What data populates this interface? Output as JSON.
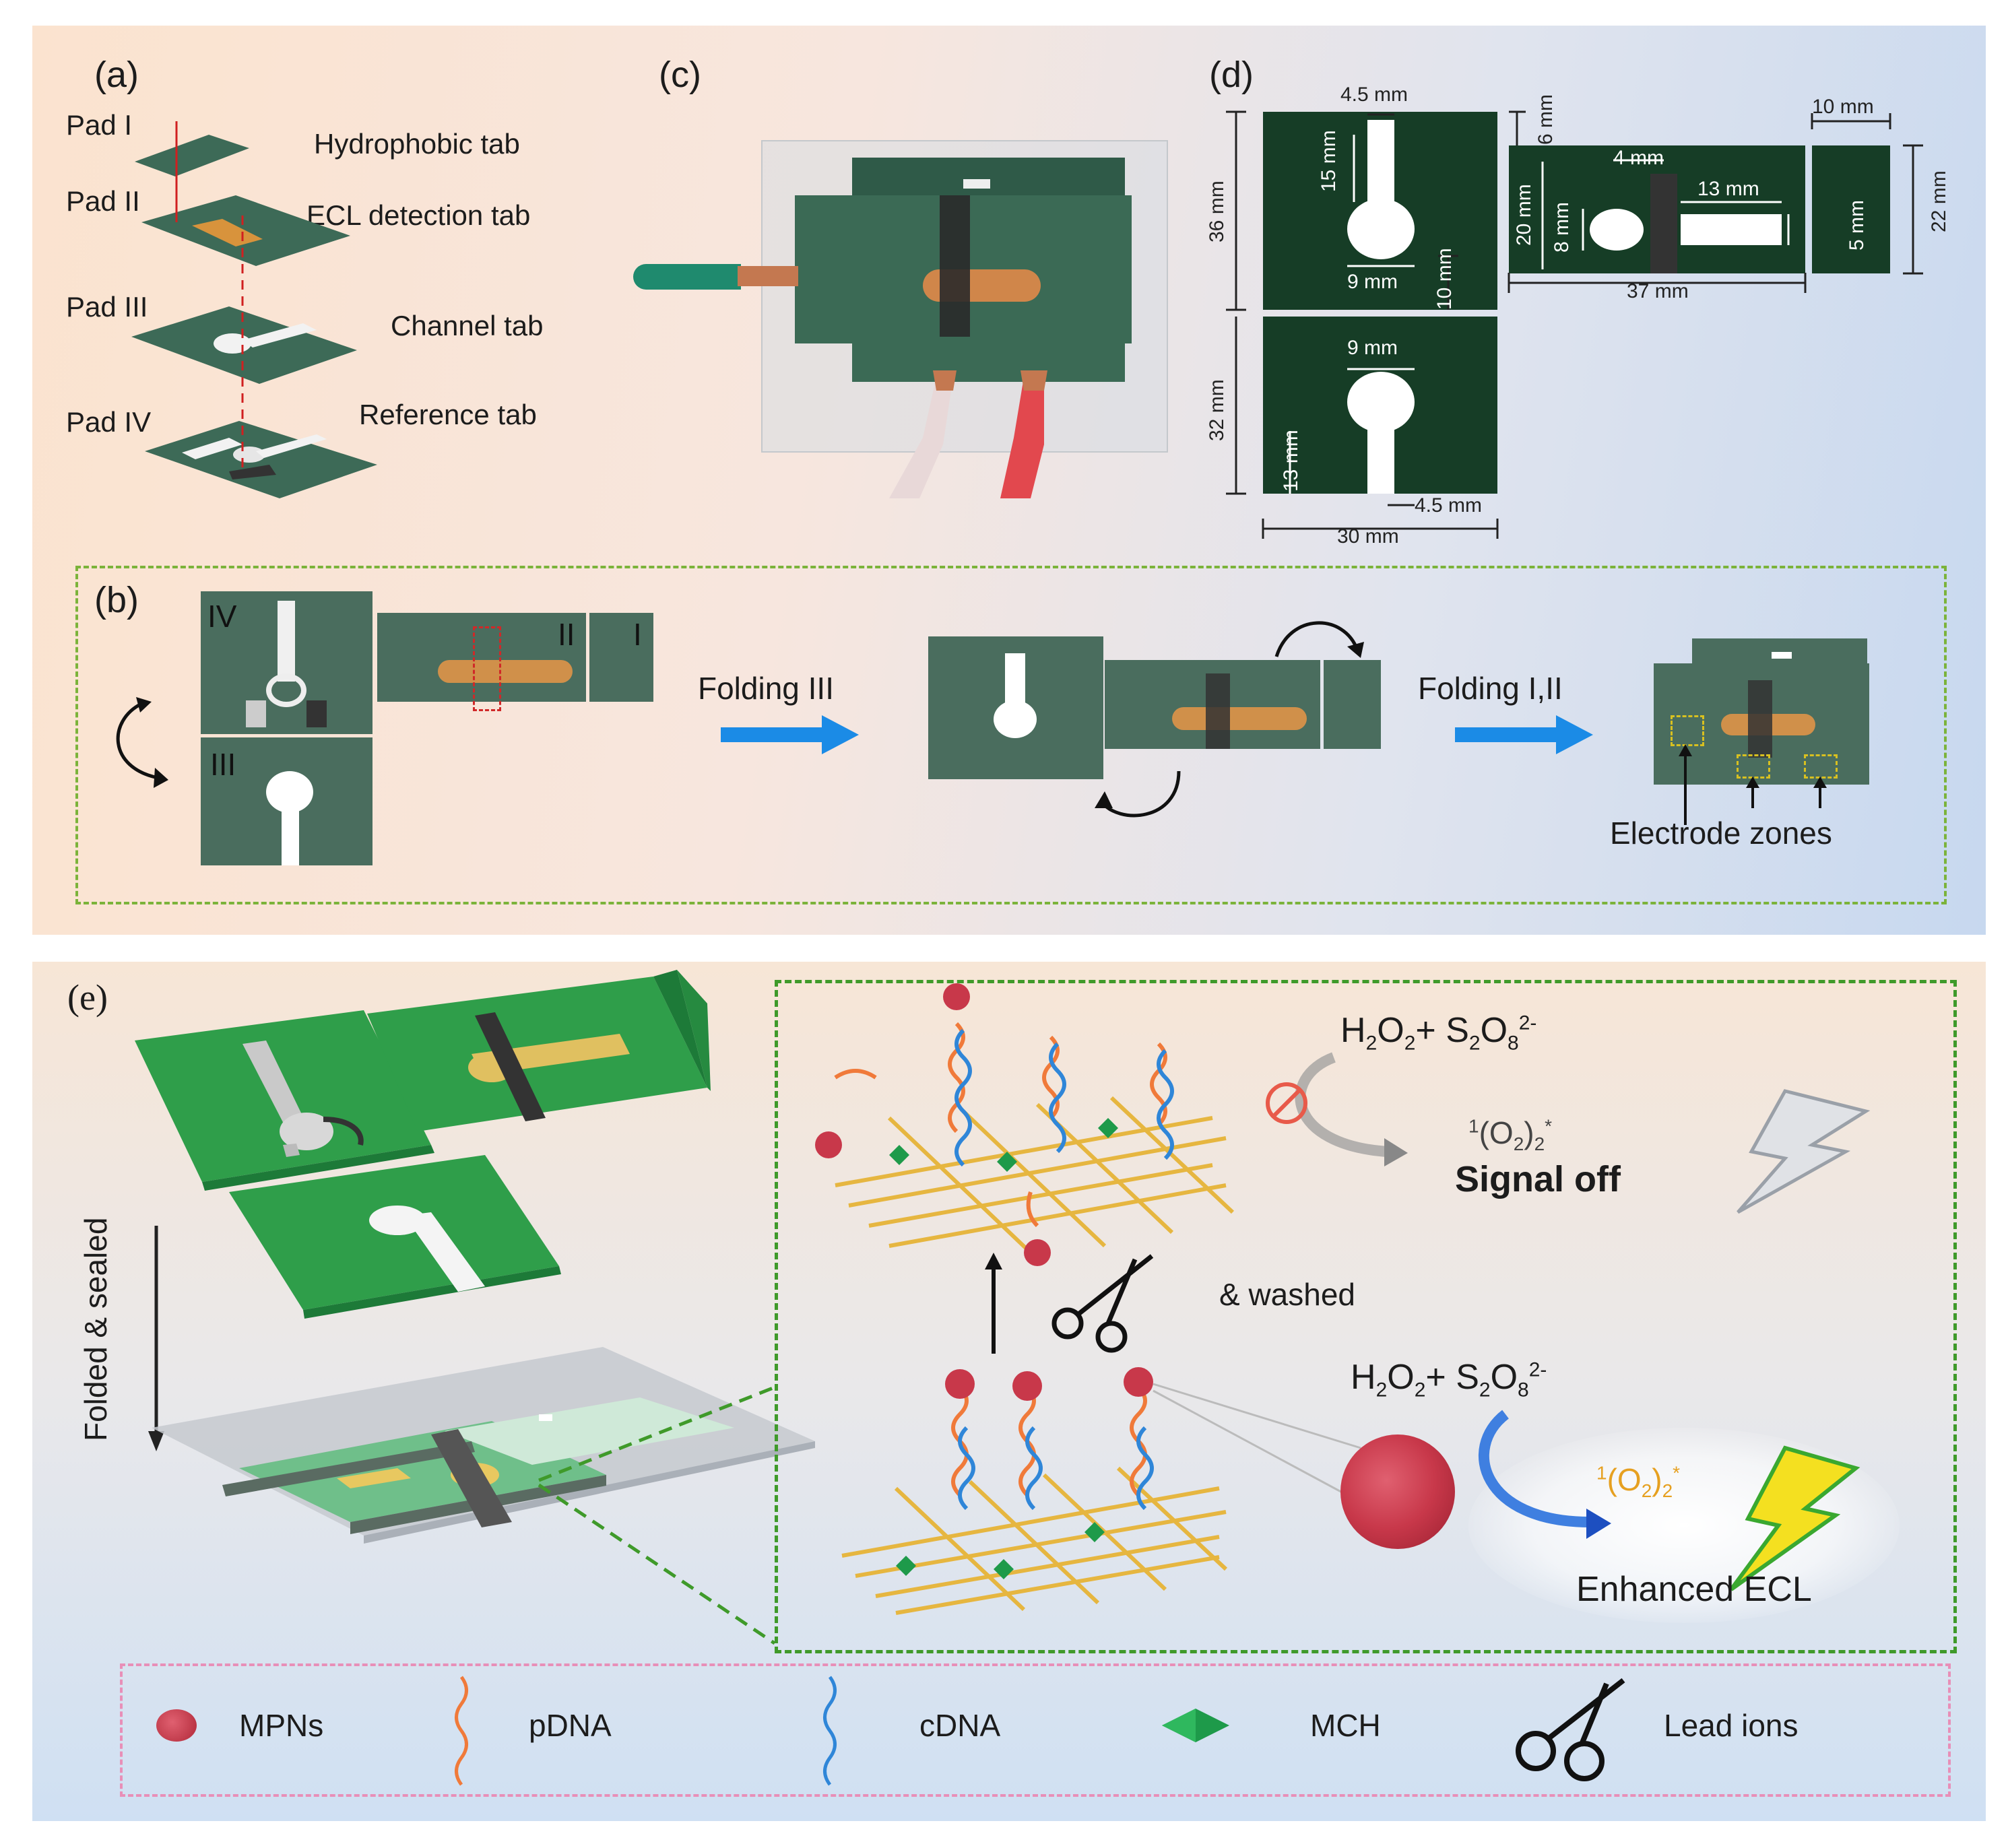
{
  "panel_labels": {
    "a": "(a)",
    "b": "(b)",
    "c": "(c)",
    "d": "(d)",
    "e": "(e)"
  },
  "panel_a": {
    "pads": [
      "Pad I",
      "Pad II",
      "Pad III",
      "Pad IV"
    ],
    "tabs": [
      "Hydrophobic tab",
      "ECL detection tab",
      "Channel tab",
      "Reference tab"
    ]
  },
  "panel_b": {
    "roman": [
      "IV",
      "II",
      "I",
      "III"
    ],
    "step1": "Folding III",
    "step2": "Folding I,II",
    "zones": "Electrode zones"
  },
  "panel_d": {
    "top_width": "4.5 mm",
    "gap_6": "6 mm",
    "right_10": "10 mm",
    "h36": "36 mm",
    "h15": "15 mm",
    "d9a": "9 mm",
    "h10": "10 mm",
    "w4": "4 mm",
    "w13": "13 mm",
    "h20": "20 mm",
    "h8": "8 mm",
    "h5": "5 mm",
    "h22": "22 mm",
    "w37": "37 mm",
    "d9b": "9 mm",
    "h32": "32 mm",
    "h13": "13 mm",
    "bottom_45": "4.5 mm",
    "w30": "30 mm"
  },
  "panel_e": {
    "folded": "Folded & sealed",
    "reaction_top": {
      "main": "H",
      "s1": "2",
      "o": "O",
      "s2": "2",
      "plus": "+ S",
      "s3": "2",
      "o2": "O",
      "s4": "8",
      "sup": "2-"
    },
    "reaction_bot": {
      "main": "H",
      "s1": "2",
      "o": "O",
      "s2": "2",
      "plus": "+ S",
      "s3": "2",
      "o2": "O",
      "s4": "8",
      "sup": "2-"
    },
    "singlet_top": {
      "pre": "1",
      "body": "(O",
      "sub": "2",
      "close": ")",
      "sub2": "2",
      "star": "*"
    },
    "singlet_bot": {
      "pre": "1",
      "body": "(O",
      "sub": "2",
      "close": ")",
      "sub2": "2",
      "star": "*"
    },
    "signal_off": "Signal off",
    "washed": "& washed",
    "enhanced": "Enhanced ECL"
  },
  "legend": [
    "MPNs",
    "pDNA",
    "cDNA",
    "MCH",
    "Lead ions"
  ],
  "colors": {
    "pad_green": "#2f5a48",
    "dark_green": "#163d26",
    "gold": "#d8933c",
    "dashed_green": "#3f9a2a",
    "pink_dash": "#e88fb8",
    "arrow_blue": "#1b8be6",
    "pdna": "#f07a3a",
    "cdna": "#2f86d8",
    "mch": "#1e9a4a",
    "mpn": "#c8384a"
  }
}
